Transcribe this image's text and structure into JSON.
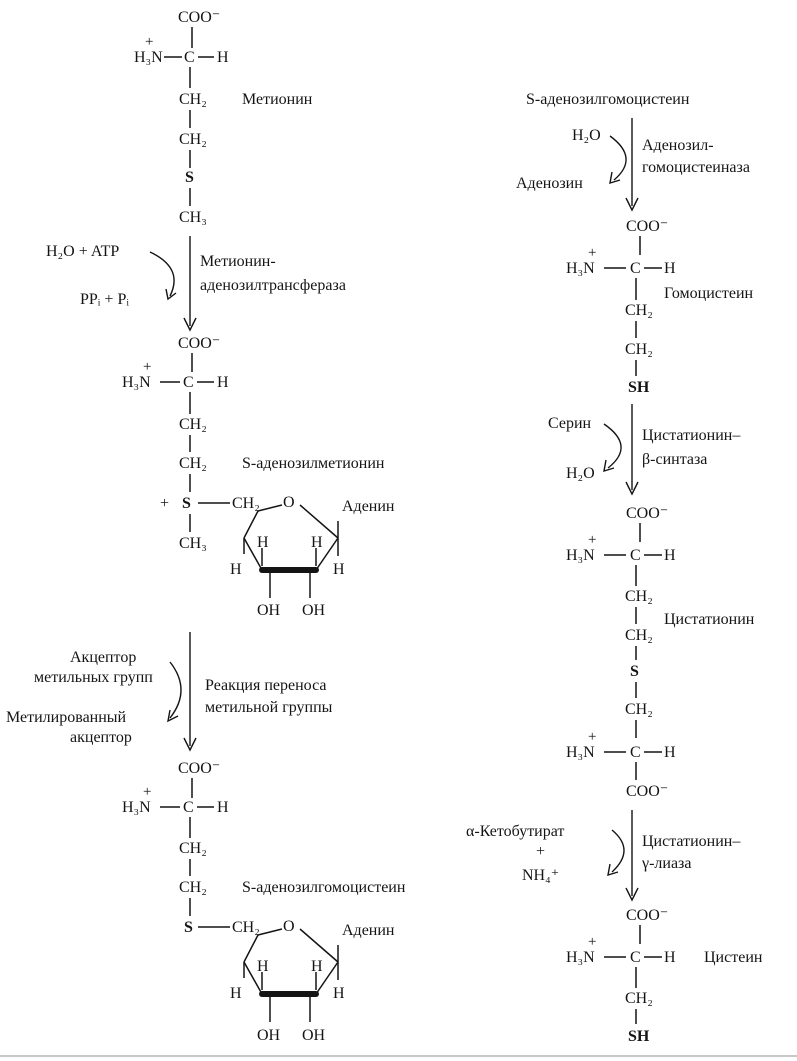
{
  "left": {
    "methionine": {
      "coo": "COO⁻",
      "h3n": "H₃N",
      "plus": "+",
      "c": "C",
      "h": "H",
      "ch2a": "CH₂",
      "ch2b": "CH₂",
      "s": "S",
      "ch3": "CH₃",
      "name": "Метионин"
    },
    "step1": {
      "in": "H₂O + ATP",
      "out": "PPᵢ + Pᵢ",
      "enzyme_line1": "Метионин-",
      "enzyme_line2": "аденозилтрансфераза"
    },
    "sam": {
      "coo": "COO⁻",
      "h3n": "H₃N",
      "plus": "+",
      "c": "C",
      "h": "H",
      "ch2a": "CH₂",
      "ch2b": "CH₂",
      "splus": "+",
      "s": "S",
      "ch2r": "CH₂",
      "ch3": "CH₃",
      "o": "O",
      "adenine": "Аденин",
      "ring_h1": "H",
      "ring_h2": "H",
      "ring_h3": "H",
      "ring_h4": "H",
      "oh1": "OH",
      "oh2": "OH",
      "name": "S-аденозилметионин"
    },
    "step2": {
      "in_line1": "Акцептор",
      "in_line2": "метильных групп",
      "out_line1": "Метилированный",
      "out_line2": "акцептор",
      "enzyme_line1": "Реакция переноса",
      "enzyme_line2": "метильной группы"
    },
    "sah": {
      "coo": "COO⁻",
      "h3n": "H₃N",
      "plus": "+",
      "c": "C",
      "h": "H",
      "ch2a": "CH₂",
      "ch2b": "CH₂",
      "s": "S",
      "ch2r": "CH₂",
      "o": "O",
      "adenine": "Аденин",
      "ring_h1": "H",
      "ring_h2": "H",
      "ring_h3": "H",
      "ring_h4": "H",
      "oh1": "OH",
      "oh2": "OH",
      "name": "S-аденозилгомоцистеин"
    }
  },
  "right": {
    "title": "S-аденозилгомоцистеин",
    "step3": {
      "in": "H₂O",
      "out": "Аденозин",
      "enzyme_line1": "Аденозил-",
      "enzyme_line2": "гомоцистеиназа"
    },
    "homocysteine": {
      "coo": "COO⁻",
      "h3n": "H₃N",
      "plus": "+",
      "c": "C",
      "h": "H",
      "ch2a": "CH₂",
      "ch2b": "CH₂",
      "sh": "SH",
      "name": "Гомоцистеин"
    },
    "step4": {
      "in": "Серин",
      "out": "H₂O",
      "enzyme_line1": "Цистатионин–",
      "enzyme_line2": "β-синтаза"
    },
    "cystathionine": {
      "coo1": "COO⁻",
      "h3n1": "H₃N",
      "plus1": "+",
      "c1": "C",
      "h1": "H",
      "ch2a": "CH₂",
      "ch2b": "CH₂",
      "s": "S",
      "ch2c": "CH₂",
      "h3n2": "H₃N",
      "plus2": "+",
      "c2": "C",
      "h2": "H",
      "coo2": "COO⁻",
      "name": "Цистатионин"
    },
    "step5": {
      "in_line1": "α-Кетобутират",
      "in_line2": "+",
      "in_line3": "NH₄⁺",
      "enzyme_line1": "Цистатионин–",
      "enzyme_line2": "γ-лиаза"
    },
    "cysteine": {
      "coo": "COO⁻",
      "h3n": "H₃N",
      "plus": "+",
      "c": "C",
      "h": "H",
      "ch2": "CH₂",
      "sh": "SH",
      "name": "Цистеин"
    }
  }
}
